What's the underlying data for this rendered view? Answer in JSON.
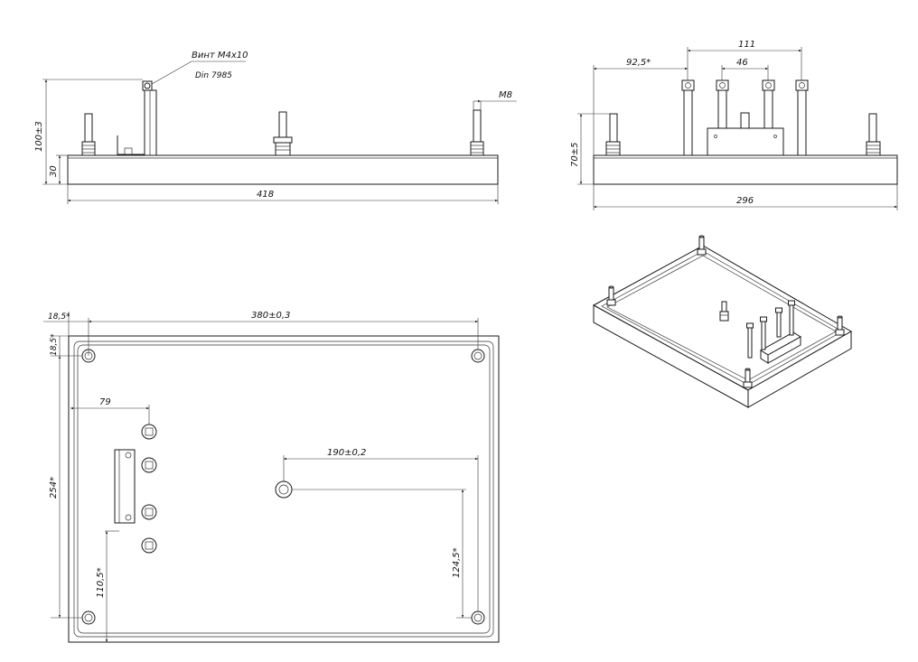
{
  "front_view": {
    "callout_screw": "Винт М4х10",
    "callout_standard": "Din 7985",
    "thread_label": "М8",
    "height_total": "100±3",
    "height_base": "30",
    "width": "418"
  },
  "side_view": {
    "dim_outer_pair": "111",
    "dim_offset": "92,5*",
    "dim_inner_pair": "46",
    "height": "70±5",
    "width": "296"
  },
  "top_view": {
    "dim_corner_x": "18,5*",
    "dim_corner_y": "18,5*",
    "dim_hole_span": "380±0,3",
    "dim_vertical_span": "254*",
    "dim_connector_x": "79",
    "dim_center_x": "190±0,2",
    "dim_center_y": "124,5*",
    "dim_bracket_y": "110,5*"
  }
}
